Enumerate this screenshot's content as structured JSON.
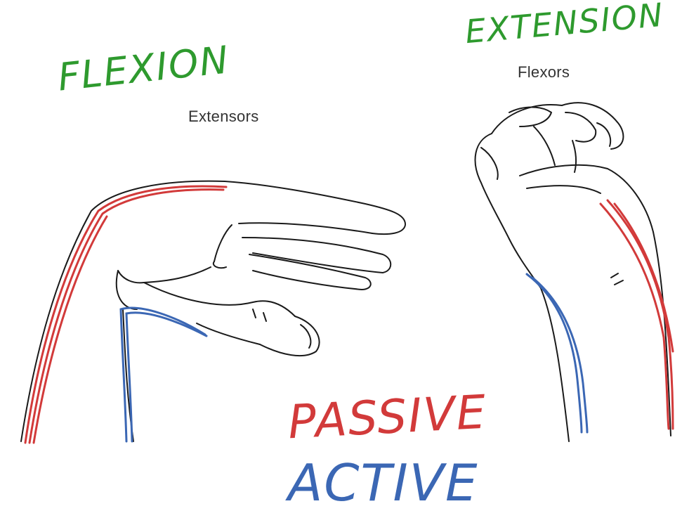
{
  "labels": {
    "flexion": "FLEXION",
    "extension": "EXTENSION",
    "extensors": "Extensors",
    "flexors": "Flexors",
    "passive": "PASSIVE",
    "active": "ACTIVE"
  },
  "colors": {
    "pose_heading": "#2e9a2e",
    "passive": "#d23a3a",
    "active": "#3b67b4",
    "line_art": "#1a1a1a",
    "printed_text": "#333333"
  }
}
